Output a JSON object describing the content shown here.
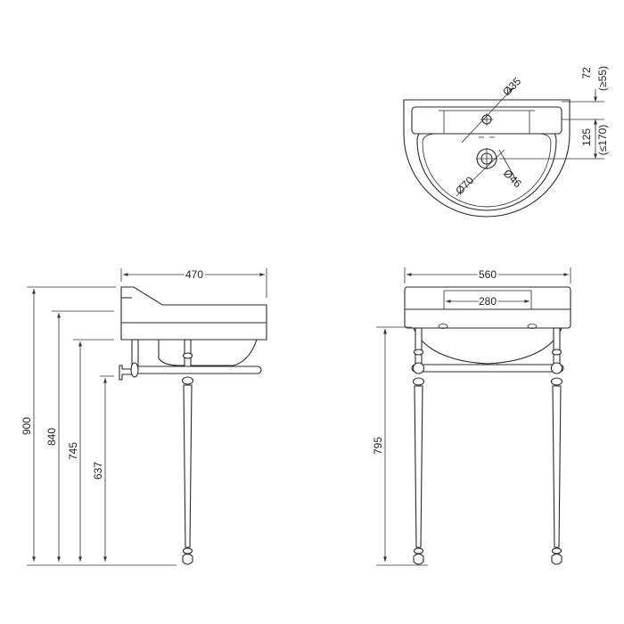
{
  "top_view": {
    "tap_hole_dia": "Ø35",
    "waste_outer_dia": "Ø70",
    "waste_inner_dia": "Ø46",
    "rim_depth": "72",
    "rim_depth_note": "(≥55)",
    "waste_offset": "125",
    "waste_offset_note": "(≤170)"
  },
  "side_view": {
    "basin_depth": "470",
    "height_overall": "900",
    "height_rim": "840",
    "height_bowl": "745",
    "height_rail": "637"
  },
  "front_view": {
    "basin_width": "560",
    "leg_spacing": "280",
    "height_rail": "795"
  },
  "colors": {
    "line": "#2a2a2a",
    "background": "#ffffff"
  }
}
